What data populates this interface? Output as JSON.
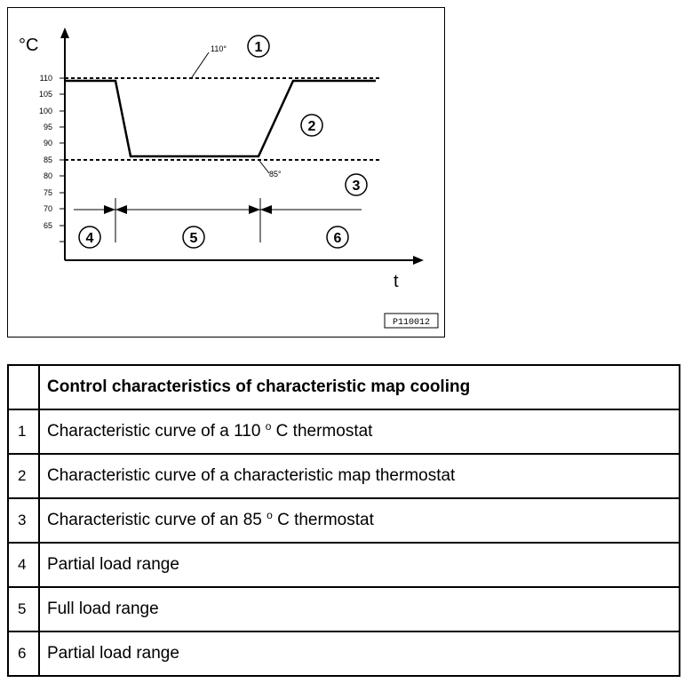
{
  "diagram": {
    "y_unit": "°C",
    "x_unit": "t",
    "y_ticks": [
      "110",
      "105",
      "100",
      "95",
      "90",
      "85",
      "80",
      "75",
      "70",
      "65"
    ],
    "line_110_label": "110°",
    "line_85_label": "85°",
    "callouts": [
      "1",
      "2",
      "3",
      "4",
      "5",
      "6"
    ],
    "figure_id": "P110012"
  },
  "legend": {
    "header": "Control characteristics of characteristic map cooling",
    "rows": [
      {
        "num": "1",
        "pre": "Characteristic curve of a 110",
        "deg": "o",
        "post": " C thermostat"
      },
      {
        "num": "2",
        "text": "Characteristic curve of a characteristic map thermostat"
      },
      {
        "num": "3",
        "pre": "Characteristic curve of an 85",
        "deg": "o",
        "post": " C thermostat"
      },
      {
        "num": "4",
        "text": "Partial load range"
      },
      {
        "num": "5",
        "text": "Full load range"
      },
      {
        "num": "6",
        "text": "Partial load range"
      }
    ]
  }
}
